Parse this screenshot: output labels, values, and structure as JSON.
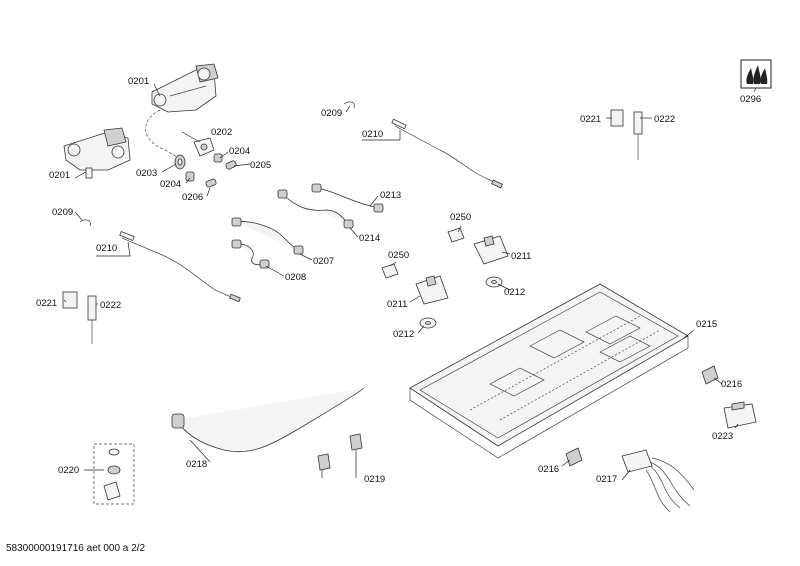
{
  "footer": {
    "document_id": "58300000191716 aet 000 a 2/2"
  },
  "labels": {
    "l0201a": "0201",
    "l0201b": "0201",
    "l0202": "0202",
    "l0203": "0203",
    "l0204a": "0204",
    "l0204b": "0204",
    "l0205": "0205",
    "l0206": "0206",
    "l0207": "0207",
    "l0208": "0208",
    "l0209a": "0209",
    "l0209b": "0209",
    "l0210a": "0210",
    "l0210b": "0210",
    "l0211a": "0211",
    "l0211b": "0211",
    "l0212a": "0212",
    "l0212b": "0212",
    "l0213": "0213",
    "l0214": "0214",
    "l0215": "0215",
    "l0216a": "0216",
    "l0216b": "0216",
    "l0217": "0217",
    "l0218": "0218",
    "l0219": "0219",
    "l0220": "0220",
    "l0221a": "0221",
    "l0221b": "0221",
    "l0222a": "0222",
    "l0222b": "0222",
    "l0223": "0223",
    "l0250a": "0250",
    "l0250b": "0250",
    "l0296": "0296"
  }
}
